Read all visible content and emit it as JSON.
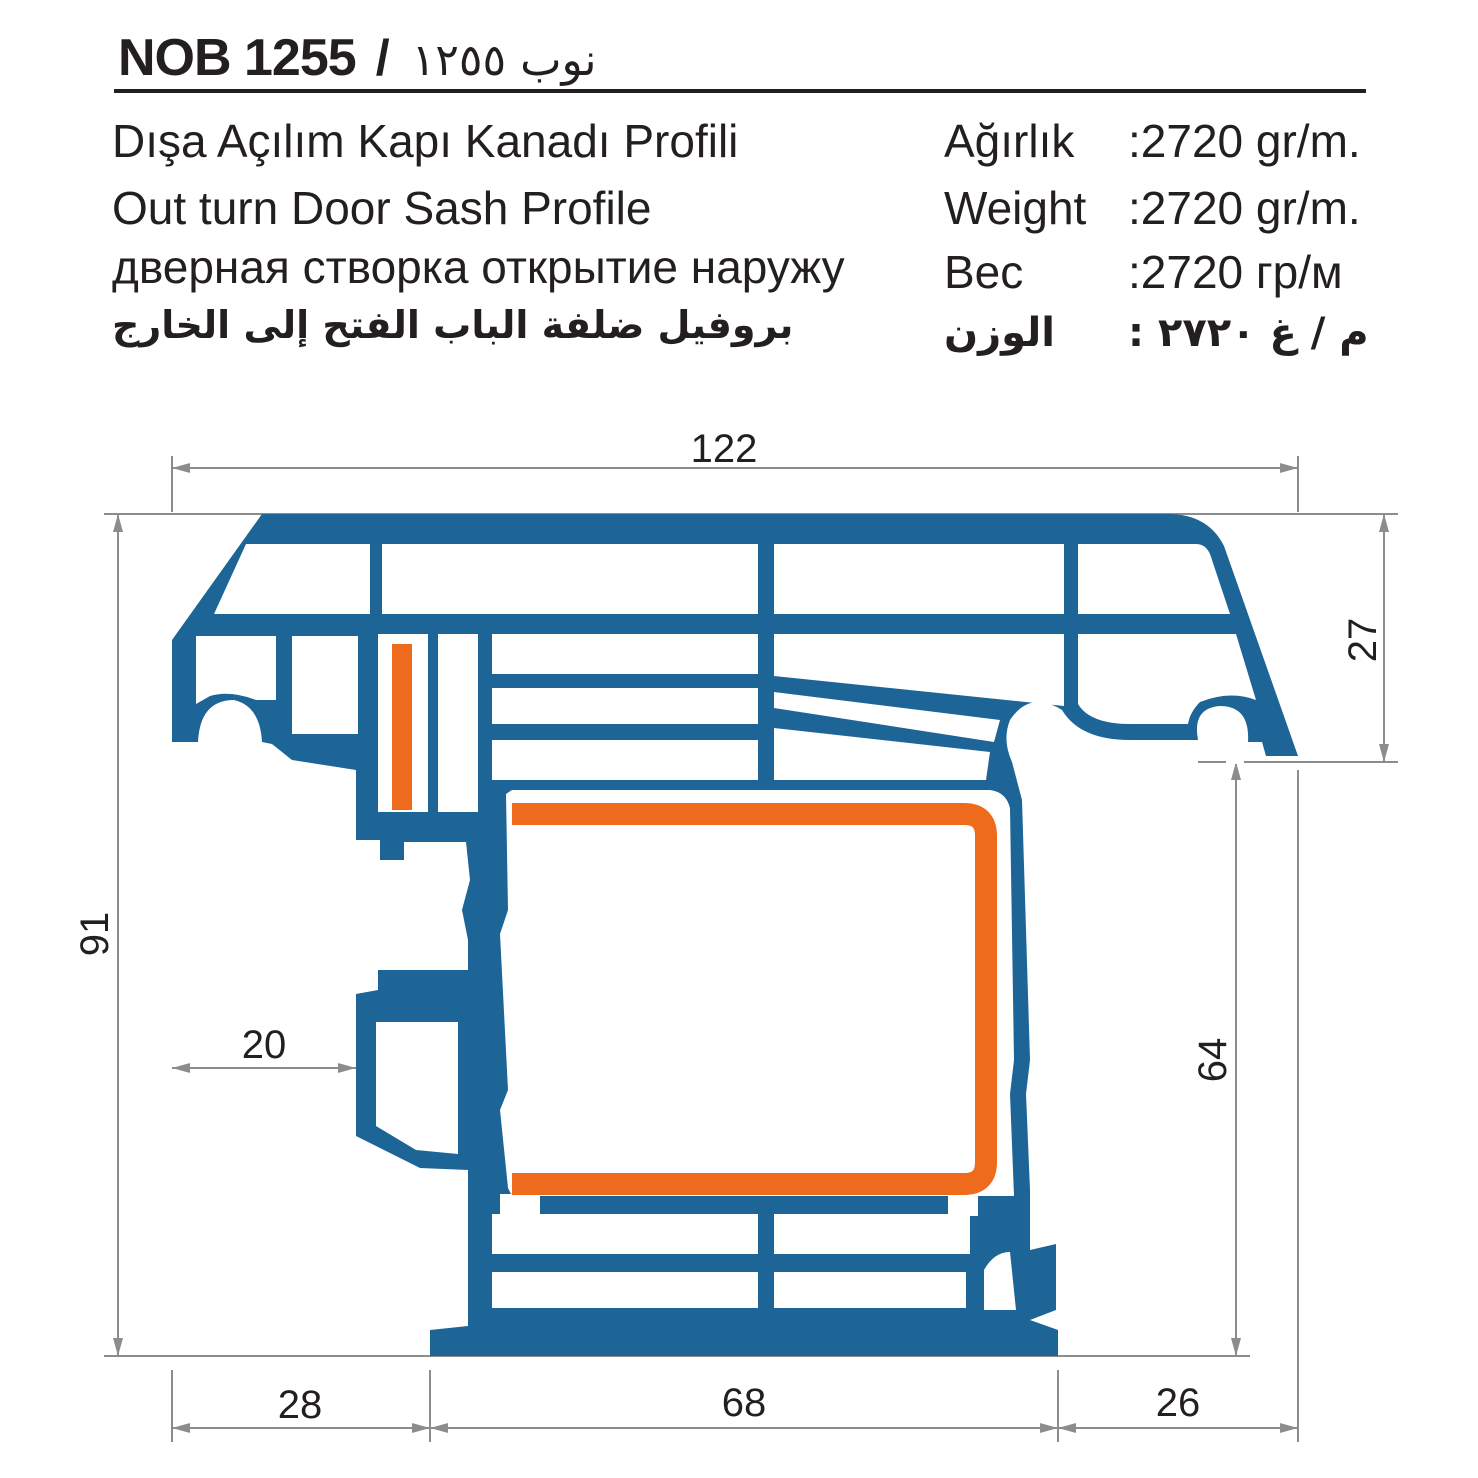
{
  "header": {
    "code": "NOB 1255",
    "separator": "/",
    "code_ar": "نوب ١٢٥٥"
  },
  "descriptions": {
    "tr": "Dışa Açılım Kapı Kanadı Profili",
    "en": "Out turn Door Sash Profile",
    "ru": "дверная створка открытие наружу",
    "ar": "بروفيل ضلفة الباب الفتح إلى الخارج"
  },
  "weight": {
    "tr_label": "Ağırlık",
    "tr_value": ":2720 gr/m.",
    "en_label": "Weight",
    "en_value": ":2720 gr/m.",
    "ru_label": "Вес",
    "ru_value": ":2720 гр/м",
    "ar_label": "الوزن",
    "ar_value": ": م / غ ٢٧٢٠"
  },
  "dimensions": {
    "overall_width": "122",
    "overall_height": "91",
    "top_depth": "27",
    "inner_height": "64",
    "left_offset": "20",
    "bottom_left": "28",
    "bottom_middle": "68",
    "bottom_right": "26"
  },
  "colors": {
    "profile": "#1d6497",
    "reinforcement": "#ee6a1c",
    "dimension_line": "#8c8c8c",
    "text": "#231f20"
  }
}
